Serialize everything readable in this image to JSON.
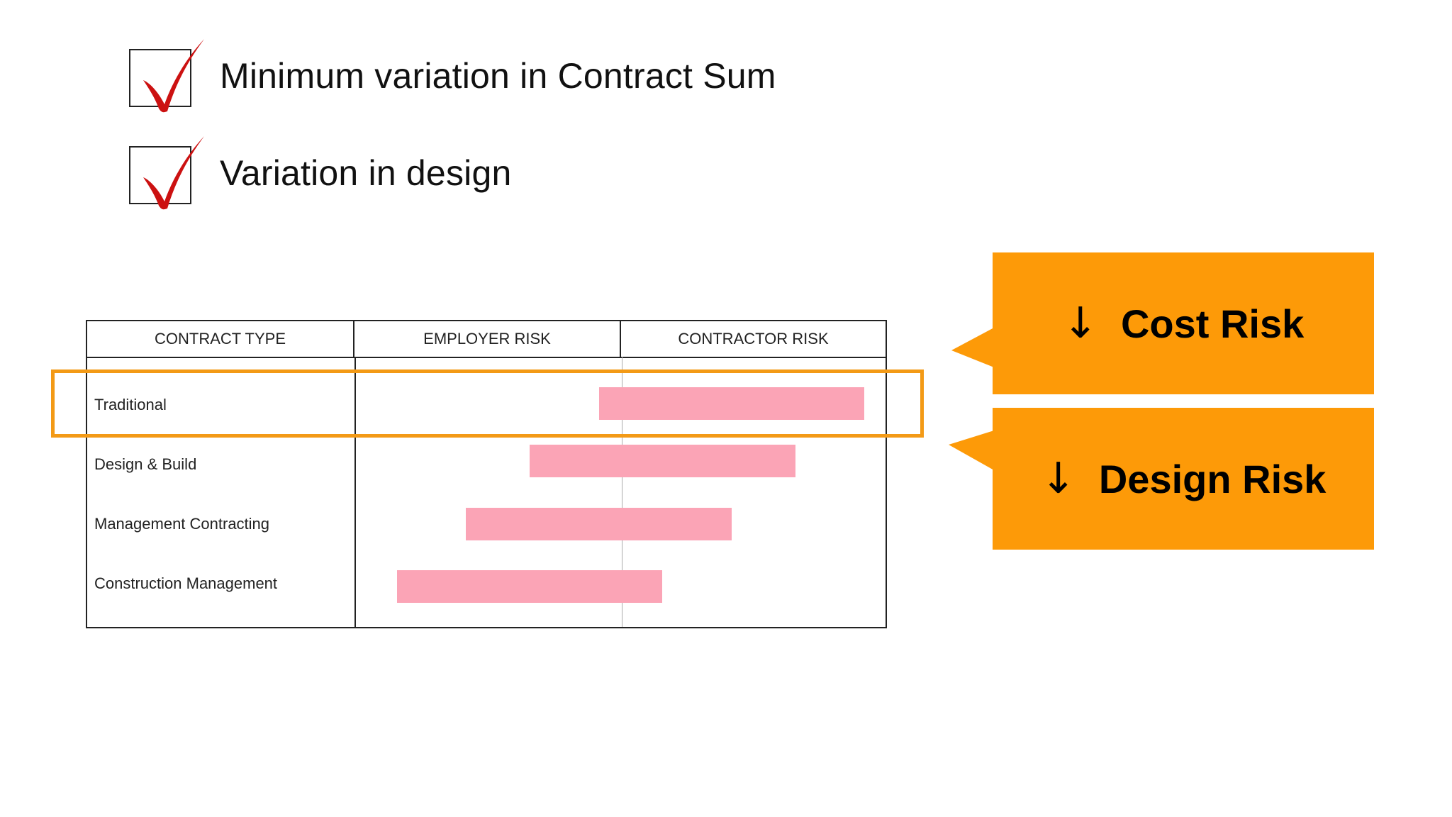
{
  "checklist": [
    {
      "label": "Minimum variation in Contract Sum",
      "icon": "checkmark-icon"
    },
    {
      "label": "Variation in design",
      "icon": "checkmark-icon"
    }
  ],
  "table": {
    "headers": [
      "CONTRACT TYPE",
      "EMPLOYER RISK",
      "CONTRACTOR RISK"
    ],
    "rows": [
      {
        "label": "Traditional",
        "risk_start": 0.46,
        "risk_end": 0.96
      },
      {
        "label": "Design & Build",
        "risk_start": 0.33,
        "risk_end": 0.83
      },
      {
        "label": "Management Contracting",
        "risk_start": 0.21,
        "risk_end": 0.71
      },
      {
        "label": "Construction Management",
        "risk_start": 0.08,
        "risk_end": 0.58
      }
    ],
    "highlighted_row": "Traditional"
  },
  "callouts": [
    {
      "arrow": "↓",
      "label": "Cost Risk"
    },
    {
      "arrow": "↓",
      "label": "Design Risk"
    }
  ],
  "colors": {
    "check": "#cc1111",
    "bar": "#fba4b6",
    "highlight": "#f39a16",
    "callout": "#fd9a08"
  }
}
